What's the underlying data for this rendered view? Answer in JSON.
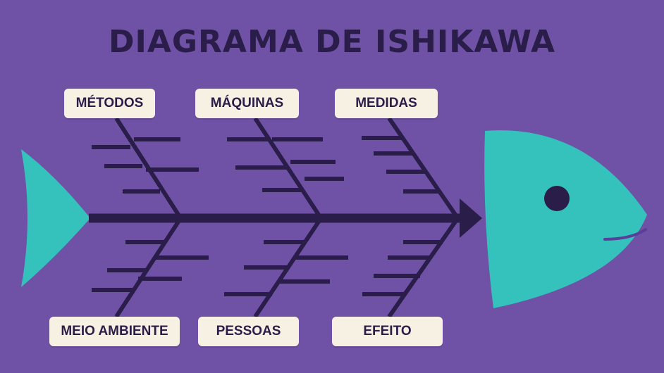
{
  "title": "DIAGRAMA DE ISHIKAWA",
  "colors": {
    "background": "#6f52a6",
    "fish": "#35c2bd",
    "bones": "#2a1d49",
    "label_bg": "#f7f1e4"
  },
  "categories_top": [
    "MÉTODOS",
    "MÁQUINAS",
    "MEDIDAS"
  ],
  "categories_bottom": [
    "MEIO AMBIENTE",
    "PESSOAS",
    "EFEITO"
  ]
}
